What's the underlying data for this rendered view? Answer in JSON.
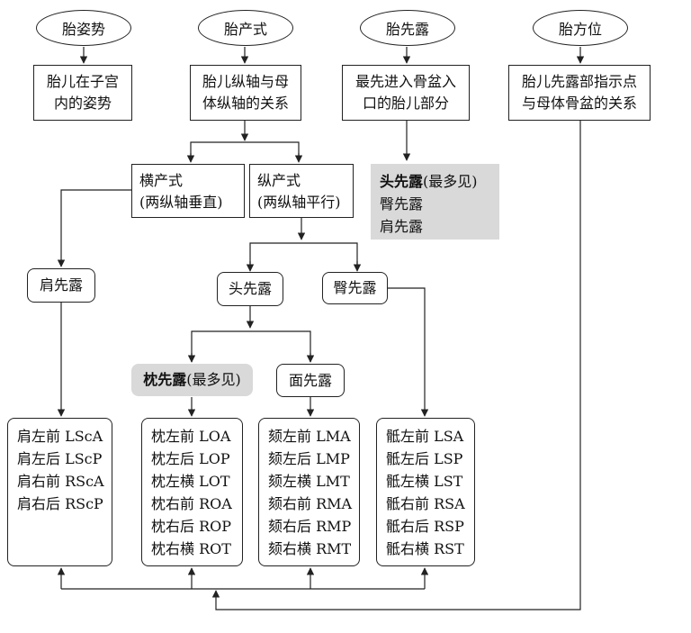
{
  "top": {
    "posture": {
      "title": "胎姿势",
      "lines": [
        "胎儿在子宫",
        "内的姿势"
      ]
    },
    "lie": {
      "title": "胎产式",
      "lines": [
        "胎儿纵轴与母",
        "体纵轴的关系"
      ]
    },
    "presentation": {
      "title": "胎先露",
      "lines": [
        "最先进入骨盆入",
        "口的胎儿部分"
      ]
    },
    "position": {
      "title": "胎方位",
      "lines": [
        "胎儿先露部指示点",
        "与母体骨盆的关系"
      ]
    }
  },
  "presentation_types": {
    "head_bold": "头先露",
    "head_note": "(最多见)",
    "breech": "臀先露",
    "shoulder": "肩先露"
  },
  "lie_types": {
    "transverse": {
      "name": "横产式",
      "note": "(两纵轴垂直)"
    },
    "longitudinal": {
      "name": "纵产式",
      "note": "(两纵轴平行)"
    }
  },
  "presentations": {
    "shoulder": "肩先露",
    "head": "头先露",
    "breech": "臀先露",
    "vertex_bold": "枕先露",
    "vertex_note": "(最多见)",
    "face": "面先露"
  },
  "position_lists": {
    "shoulder": [
      "肩左前 LScA",
      "肩左后 LScP",
      "肩右前 RScA",
      "肩右后 RScP"
    ],
    "occiput": [
      "枕左前 LOA",
      "枕左后 LOP",
      "枕左横 LOT",
      "枕右前 ROA",
      "枕右后 ROP",
      "枕右横 ROT"
    ],
    "mentum": [
      "颏左前 LMA",
      "颏左后 LMP",
      "颏左横 LMT",
      "颏右前 RMA",
      "颏右后 RMP",
      "颏右横 RMT"
    ],
    "sacrum": [
      "骶左前 LSA",
      "骶左后 LSP",
      "骶左横 LST",
      "骶右前 RSA",
      "骶右后 RSP",
      "骶右横 RST"
    ]
  }
}
